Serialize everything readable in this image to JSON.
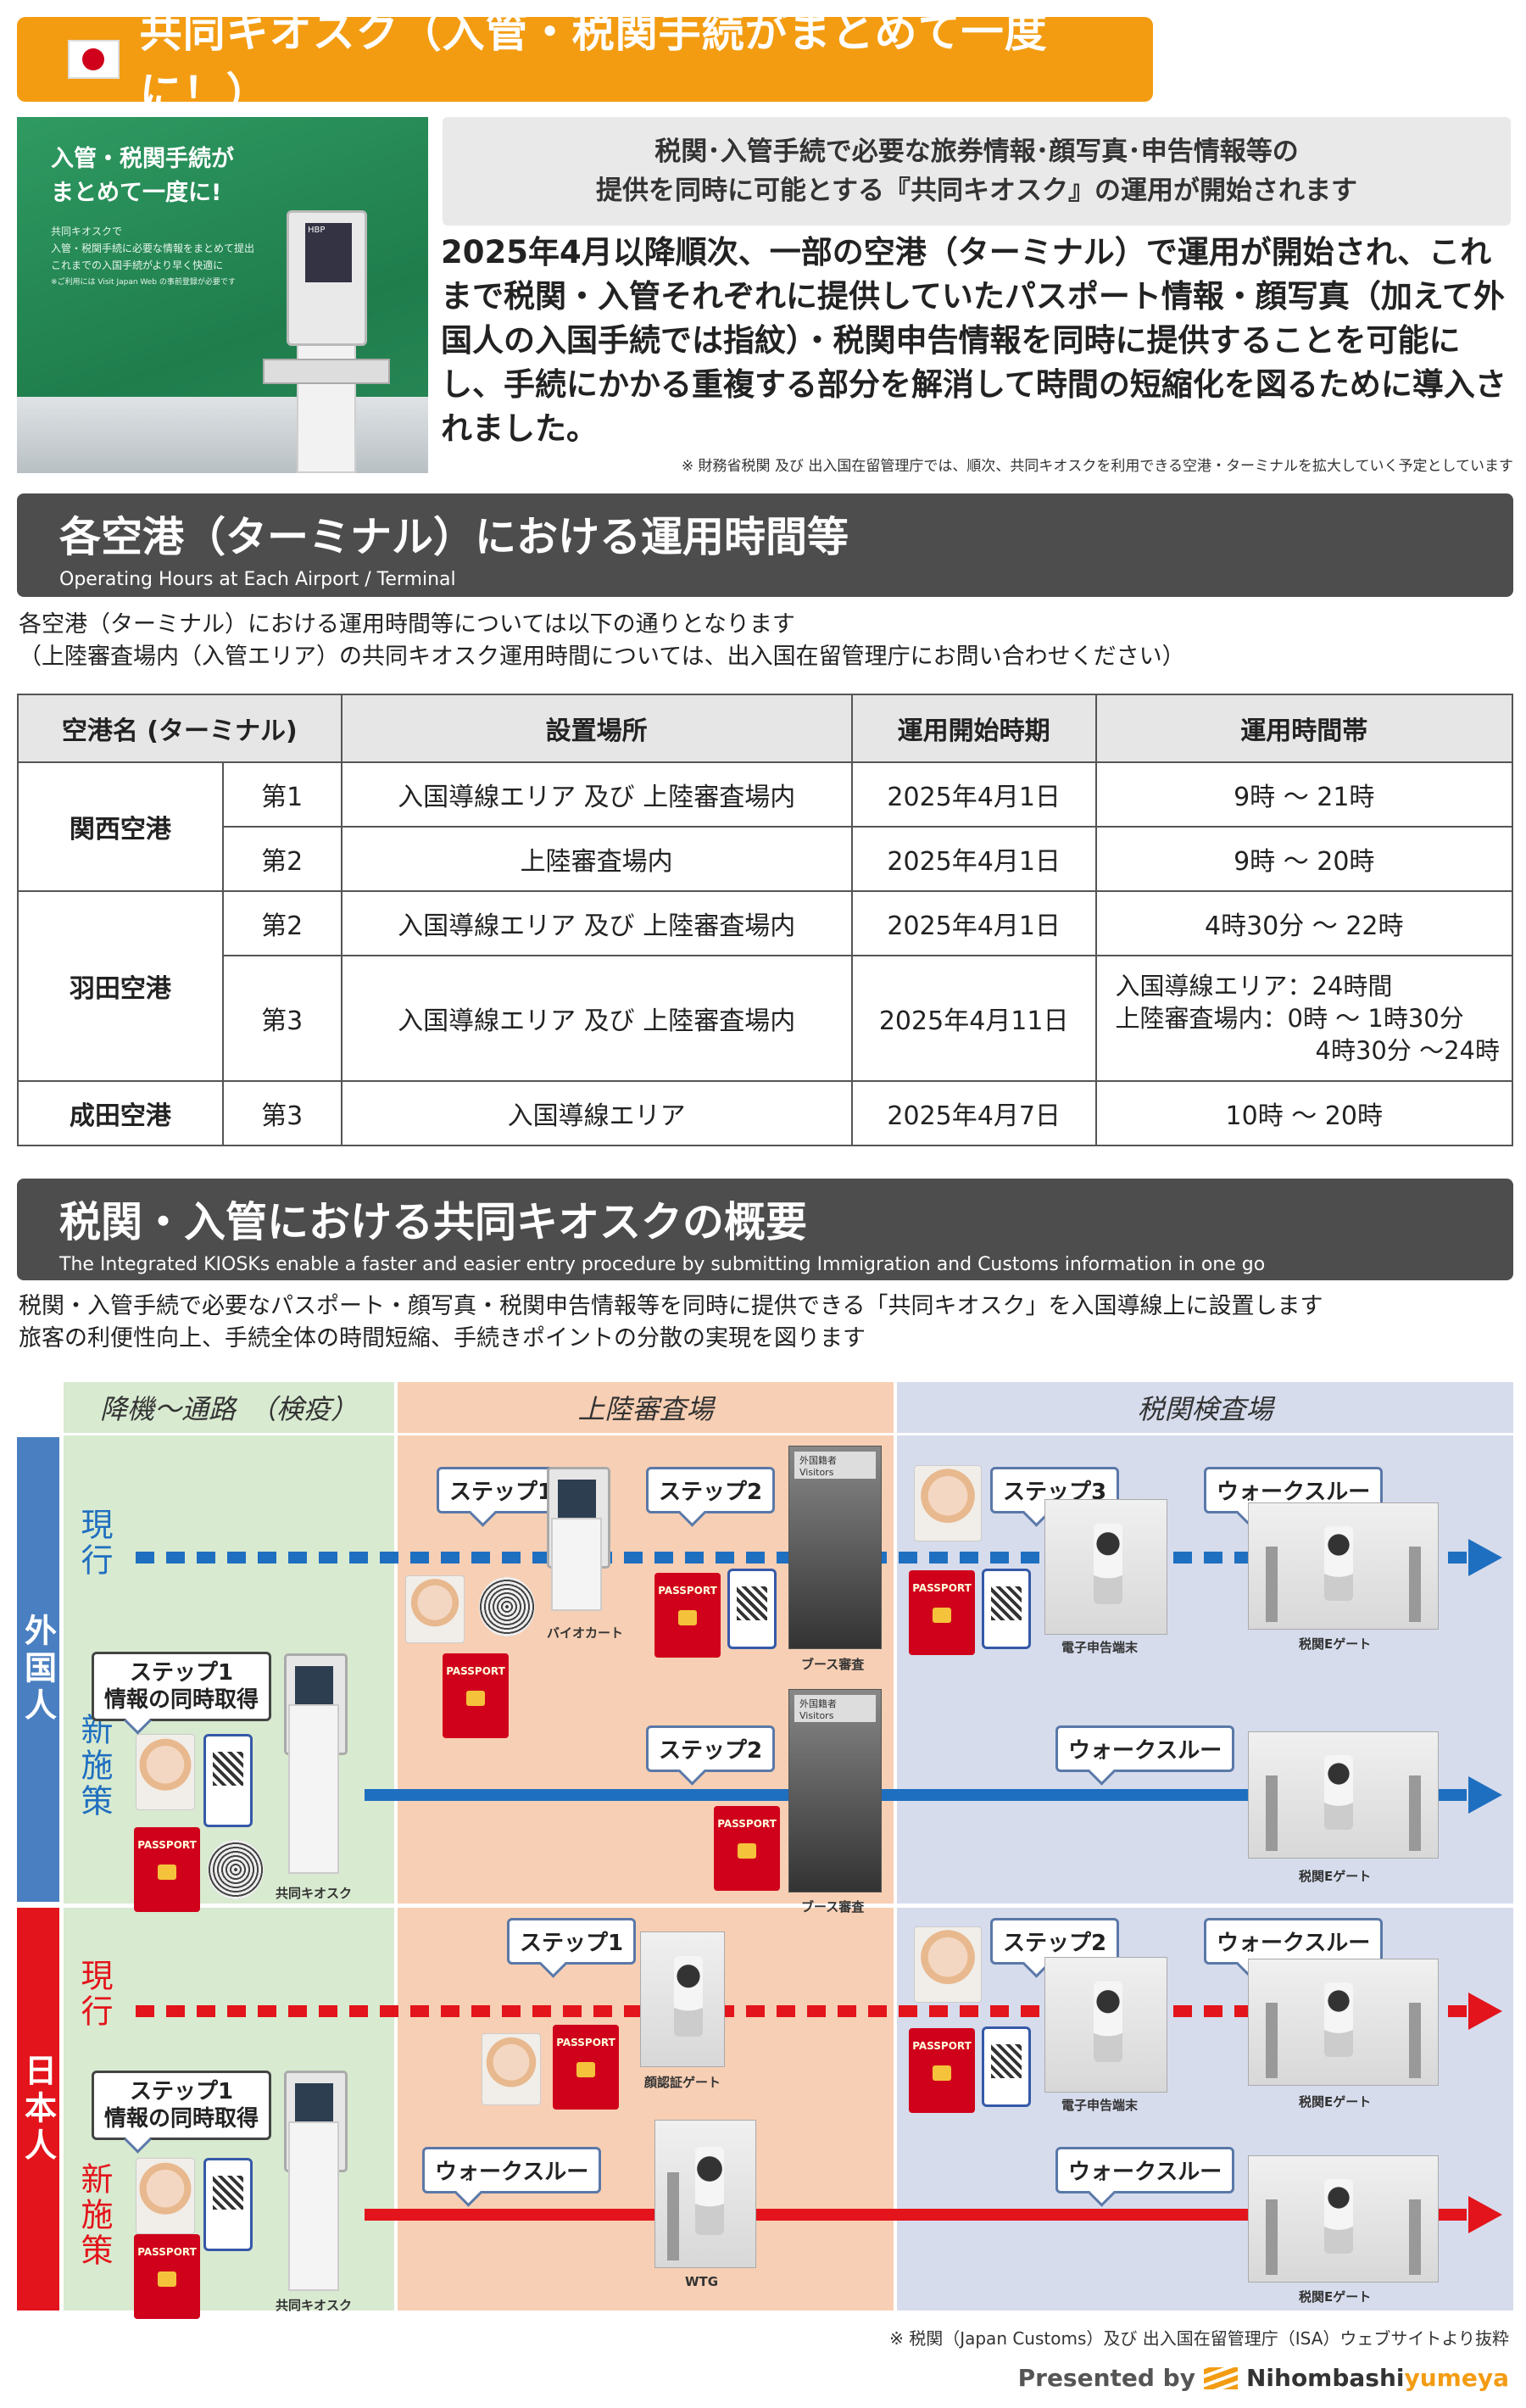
{
  "header": {
    "title": "共同キオスク（入管・税関手続がまとめて一度に！）"
  },
  "promo": {
    "heading_line1": "入管・税関手続が",
    "heading_line2": "まとめて一度に!",
    "sub_line1": "共同キオスクで",
    "sub_line2": "入管・税関手続に必要な情報をまとめて提出",
    "sub_line3": "これまでの入国手続がより早く快適に",
    "sub_line4": "※ご利用には Visit Japan Web の事前登録が必要です",
    "kiosk_label": "HBP"
  },
  "intro": {
    "box_line1": "税関･入管手続で必要な旅券情報･顔写真･申告情報等の",
    "box_line2": "提供を同時に可能とする『共同キオスク』の運用が開始されます",
    "body": "2025年4月以降順次、一部の空港（ターミナル）で運用が開始され、これまで税関・入管それぞれに提供していたパスポート情報・顔写真（加えて外国人の入国手続では指紋）・税関申告情報を同時に提供することを可能にし、手続にかかる重複する部分を解消して時間の短縮化を図るために導入されました。",
    "note": "※ 財務省税関 及び 出入国在留管理庁では、順次、共同キオスクを利用できる空港・ターミナルを拡大していく予定としています"
  },
  "section1": {
    "title": "各空港（ターミナル）における運用時間等",
    "subtitle": "Operating Hours at Each Airport / Terminal",
    "desc_line1": "各空港（ターミナル）における運用時間等については以下の通りとなります",
    "desc_line2": "（上陸審査場内（入管エリア）の共同キオスク運用時間については、出入国在留管理庁にお問い合わせください）"
  },
  "table": {
    "headers": [
      "空港名 (ターミナル)",
      "設置場所",
      "運用開始時期",
      "運用時間帯"
    ],
    "airports": {
      "kansai": "関西空港",
      "haneda": "羽田空港",
      "narita": "成田空港"
    },
    "rows": [
      {
        "terminal": "第1",
        "location": "入国導線エリア 及び 上陸審査場内",
        "start": "2025年4月1日",
        "hours": "9時 ～ 21時"
      },
      {
        "terminal": "第2",
        "location": "上陸審査場内",
        "start": "2025年4月1日",
        "hours": "9時 ～ 20時"
      },
      {
        "terminal": "第2",
        "location": "入国導線エリア 及び 上陸審査場内",
        "start": "2025年4月1日",
        "hours": "4時30分 ～ 22時"
      },
      {
        "terminal": "第3",
        "location": "入国導線エリア 及び 上陸審査場内",
        "start": "2025年4月11日",
        "hours_l1": "入国導線エリア：24時間",
        "hours_l2": "上陸審査場内：0時 ～ 1時30分",
        "hours_l3": "4時30分 ～24時"
      },
      {
        "terminal": "第3",
        "location": "入国導線エリア",
        "start": "2025年4月7日",
        "hours": "10時 ～ 20時"
      }
    ]
  },
  "section2": {
    "title": "税関・入管における共同キオスクの概要",
    "subtitle": "The Integrated KIOSKs enable a faster and easier entry procedure by submitting Immigration and Customs information in one go",
    "desc_line1": "税関・入管手続で必要なパスポート・顔写真・税関申告情報等を同時に提供できる「共同キオスク」を入国導線上に設置します",
    "desc_line2": "旅客の利便性向上、手続全体の時間短縮、手続きポイントの分散の実現を図ります"
  },
  "diagram": {
    "zones": [
      "降機～通路　（検疫）",
      "上陸審査場",
      "税関検査場"
    ],
    "groups": {
      "foreign": "外国人",
      "japanese": "日本人"
    },
    "rows": {
      "current": "現行",
      "new": "新施策"
    },
    "labels": {
      "step1": "ステップ1",
      "step2": "ステップ2",
      "step3": "ステップ3",
      "walkthrough": "ウォークスルー",
      "kiosk_step1_l1": "ステップ1",
      "kiosk_step1_l2": "情報の同時取得",
      "biocart": "バイオカート",
      "booth": "ブース審査",
      "e_terminal": "電子申告端末",
      "e_gate": "税関Eゲート",
      "kiosk": "共同キオスク",
      "face_gate": "顔認証ゲート",
      "wtg": "WTG",
      "passport": "PASSPORT",
      "booth_sign": "外国籍者 Visitors"
    },
    "colors": {
      "foreign_side": "#4a7fc1",
      "japanese_side": "#e3141b",
      "zone1": "#d8ead0",
      "zone2": "#f7cfb4",
      "zone3": "#d6dcec",
      "blue_line": "#1f6fc0",
      "red_line": "#e3141b"
    }
  },
  "footer": {
    "source": "※ 税関（Japan Customs）及び 出入国在留管理庁（ISA）ウェブサイトより抜粋",
    "presented": "Presented by",
    "brand_a": "Nihombashi",
    "brand_b": "yumeya"
  }
}
